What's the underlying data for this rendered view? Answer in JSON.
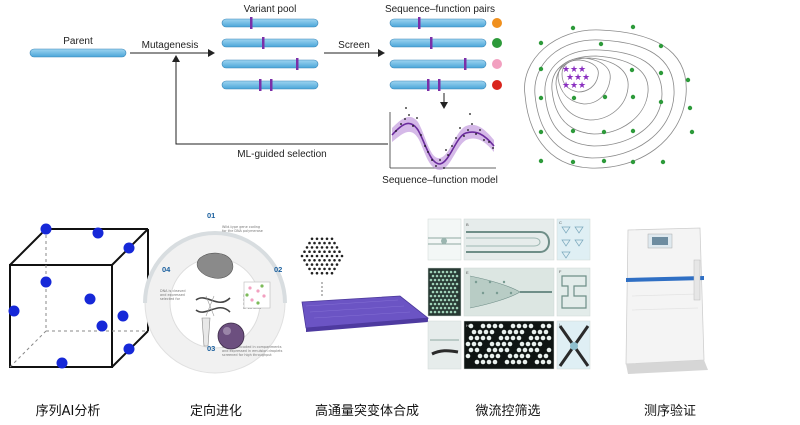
{
  "top": {
    "parent_label": "Parent",
    "mutagenesis_label": "Mutagenesis",
    "variant_pool_label": "Variant pool",
    "screen_label": "Screen",
    "pairs_label": "Sequence–function pairs",
    "model_label": "Sequence–function model",
    "ml_label": "ML-guided selection",
    "dot_colors": [
      "#f0901e",
      "#2d9a3a",
      "#f2a0c0",
      "#d9241c"
    ],
    "seq_color": "#5ab4e0",
    "mutation_color": "#7b2fa8"
  },
  "bottom": {
    "captions": [
      "序列AI分析",
      "定向进化",
      "高通量突变体合成",
      "微流控筛选",
      "测序验证"
    ],
    "wheel_numbers": [
      "01",
      "02",
      "03",
      "04"
    ],
    "crystal_color": "#1628d8"
  }
}
